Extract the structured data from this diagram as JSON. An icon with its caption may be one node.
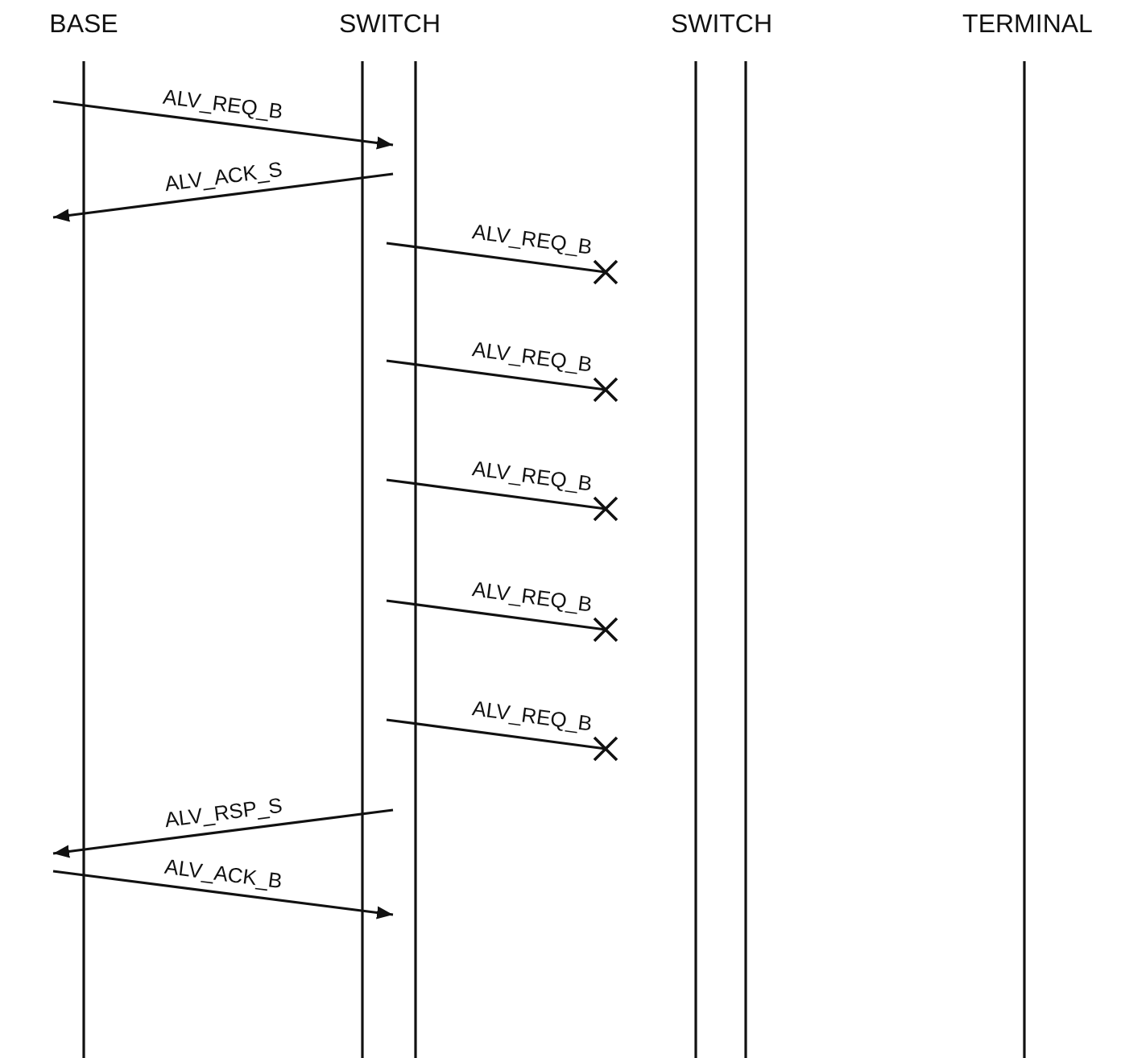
{
  "diagram": {
    "nodes": [
      {
        "text": [
          "BASE"
        ]
      },
      {
        "text": [
          "SWITCH"
        ]
      },
      {
        "text": [
          "SWITCH"
        ]
      },
      {
        "text": [
          "TERMINAL"
        ]
      }
    ],
    "edges": [
      {
        "from": 0,
        "to": 1,
        "arrow": "to",
        "label": "ALV_REQ_B"
      },
      {
        "from": 1,
        "to": 0,
        "arrow": "to",
        "label": "ALV_ACK_S"
      },
      {
        "from": 1,
        "to": null,
        "arrow": "to",
        "label": "ALV_REQ_B"
      },
      {
        "from": 1,
        "to": null,
        "arrow": "to",
        "label": "ALV_REQ_B"
      },
      {
        "from": 1,
        "to": null,
        "arrow": "to",
        "label": "ALV_REQ_B"
      },
      {
        "from": 1,
        "to": null,
        "arrow": "to",
        "label": "ALV_REQ_B"
      },
      {
        "from": 1,
        "to": null,
        "arrow": "to",
        "label": "ALV_REQ_B"
      },
      {
        "from": 1,
        "to": 0,
        "arrow": "to",
        "label": "ALV_RSP_S"
      },
      {
        "from": 0,
        "to": 1,
        "arrow": "to",
        "label": "ALV_ACK_B"
      }
    ]
  }
}
